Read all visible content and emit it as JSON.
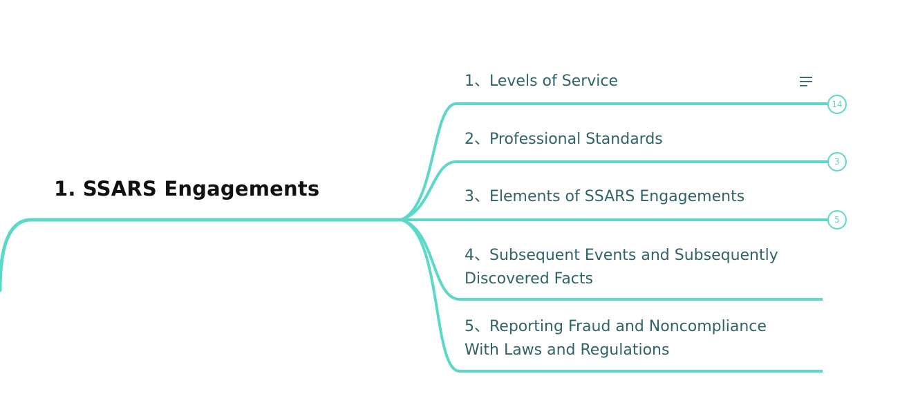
{
  "mindmap": {
    "root": {
      "label": "1. SSARS Engagements"
    },
    "branches": [
      {
        "number": "1、",
        "label": "Levels of Service",
        "count": "14",
        "has_notes": true
      },
      {
        "number": "2、",
        "label": "Professional Standards",
        "count": "3"
      },
      {
        "number": "3、",
        "label": "Elements of SSARS Engagements",
        "count": "5"
      },
      {
        "number": "4、",
        "label_line1": "Subsequent Events and Subsequently",
        "label_line2": "Discovered Facts"
      },
      {
        "number": "5、",
        "label_line1": "Reporting Fraud and Noncompliance",
        "label_line2": "With Laws and Regulations"
      }
    ]
  },
  "colors": {
    "branch_line": "#5cd8c9",
    "branch_text": "#2f6368",
    "root_text": "#111111"
  },
  "icons": {
    "notes": "notes-lines-icon"
  }
}
